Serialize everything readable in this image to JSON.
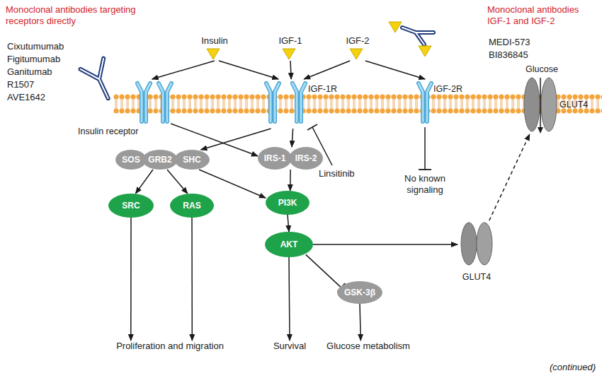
{
  "diagram": {
    "nodes": [
      {
        "text": [
          "Insulin"
        ]
      },
      {
        "text": [
          "IGF-1"
        ]
      },
      {
        "text": [
          "IGF-2"
        ]
      },
      {
        "text": [
          "Insulin receptor"
        ]
      },
      {
        "text": [
          "IGF-1R"
        ]
      },
      {
        "text": [
          "IGF-2R"
        ]
      },
      {
        "text": [
          "Glucose",
          "GLUT4"
        ]
      },
      {
        "text": [
          "SOS"
        ]
      },
      {
        "text": [
          "GRB2"
        ]
      },
      {
        "text": [
          "SHC"
        ]
      },
      {
        "text": [
          "IRS-1"
        ]
      },
      {
        "text": [
          "IRS-2"
        ]
      },
      {
        "text": [
          "SRC"
        ]
      },
      {
        "text": [
          "RAS"
        ]
      },
      {
        "text": [
          "PI3K"
        ]
      },
      {
        "text": [
          "AKT"
        ]
      },
      {
        "text": [
          "GSK-3β"
        ]
      },
      {
        "text": [
          "GLUT4"
        ]
      },
      {
        "text": [
          "Proliferation and migration"
        ]
      },
      {
        "text": [
          "Survival"
        ]
      },
      {
        "text": [
          "Glucose metabolism"
        ]
      }
    ],
    "edges": [
      {
        "from": 0,
        "to": 3,
        "arrow": "to"
      },
      {
        "from": 0,
        "to": 4,
        "arrow": "to"
      },
      {
        "from": 1,
        "to": 4,
        "arrow": "to"
      },
      {
        "from": 2,
        "to": 4,
        "arrow": "to"
      },
      {
        "from": 2,
        "to": 5,
        "arrow": "to"
      },
      {
        "from": 3,
        "to": 10,
        "arrow": "to"
      },
      {
        "from": 4,
        "to": 9,
        "arrow": "to"
      },
      {
        "from": 4,
        "to": 10,
        "arrow": "to"
      },
      {
        "from": 8,
        "to": 12,
        "arrow": "to"
      },
      {
        "from": 8,
        "to": 13,
        "arrow": "to"
      },
      {
        "from": 9,
        "to": 14,
        "arrow": "to"
      },
      {
        "from": 10,
        "to": 14,
        "arrow": "to"
      },
      {
        "from": 14,
        "to": 15,
        "arrow": "to"
      },
      {
        "from": 12,
        "to": 18,
        "arrow": "to"
      },
      {
        "from": 13,
        "to": 18,
        "arrow": "to"
      },
      {
        "from": 15,
        "to": 19,
        "arrow": "to"
      },
      {
        "from": 15,
        "to": 16,
        "arrow": "to"
      },
      {
        "from": 16,
        "to": 20,
        "arrow": "to"
      },
      {
        "from": 15,
        "to": 17,
        "arrow": "to"
      },
      {
        "from": 17,
        "to": 6,
        "arrow": "to"
      }
    ],
    "labels": [
      "Monoclonal antibodies targeting receptors directly",
      "Cixutumumab",
      "Figitumumab",
      "Ganitumab",
      "R1507",
      "AVE1642",
      "Monoclonal antibodies IGF-1 and IGF-2",
      "MEDI-573",
      "BI836845",
      "Linsitinib",
      "No known signaling",
      "(continued)"
    ]
  }
}
